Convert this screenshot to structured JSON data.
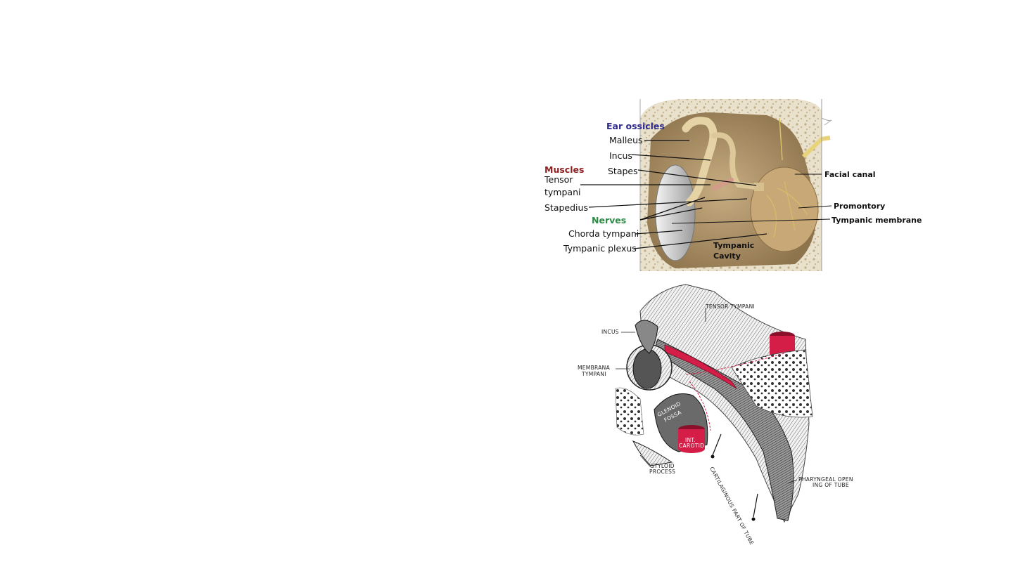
{
  "figure1": {
    "categories": {
      "ossicles": {
        "label": "Ear ossicles",
        "color": "#2e2a8c"
      },
      "muscles": {
        "label": "Muscles",
        "color": "#8c1f1f"
      },
      "nerves": {
        "label": "Nerves",
        "color": "#2e8b45"
      }
    },
    "left_labels": {
      "malleus": "Malleus",
      "incus": "Incus",
      "stapes": "Stapes",
      "tensor_line1": "Tensor",
      "tensor_line2": "tympani",
      "stapedius": "Stapedius",
      "chorda": "Chorda tympani",
      "plexus": "Tympanic plexus"
    },
    "right_labels": {
      "facial_canal": "Facial canal",
      "promontory": "Promontory",
      "tympanic_membrane": "Tympanic membrane",
      "cavity_line1": "Tympanic",
      "cavity_line2": "Cavity"
    }
  },
  "figure2": {
    "labels": {
      "tensor_tympani": "TENSOR TYMPANI",
      "incus": "INCUS",
      "membrana_line1": "MEMBRANA",
      "membrana_line2": "TYMPANI",
      "glenoid_line1": "GLENOID",
      "glenoid_line2": "FOSSA",
      "int_line1": "INT.",
      "int_line2": "CAROTID",
      "styloid_line1": "STYLOID",
      "styloid_line2": "PROCESS",
      "cartilaginous": "CARTILAGINOUS PART OF TUBE",
      "pharyngeal_line1": "PHARYNGEAL OPEN",
      "pharyngeal_line2": "ING OF TUBE"
    },
    "colors": {
      "artery": "#d41e48"
    }
  }
}
